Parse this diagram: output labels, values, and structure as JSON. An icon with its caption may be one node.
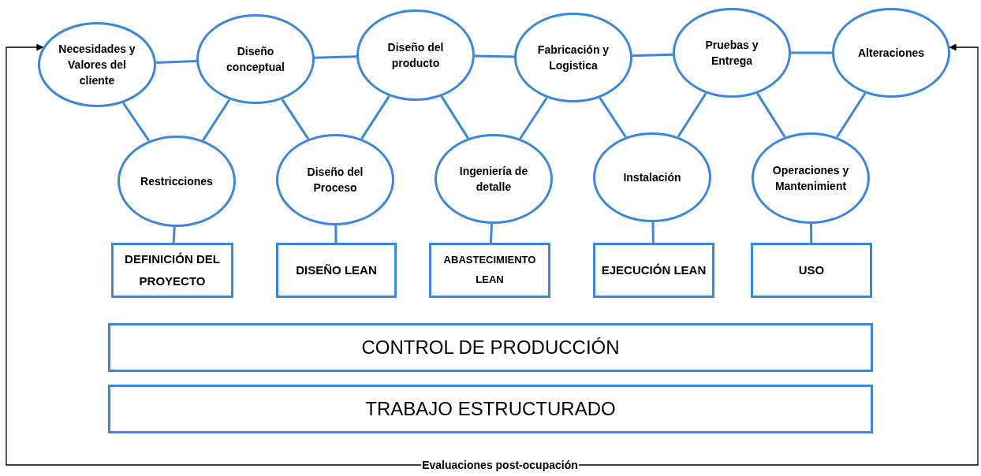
{
  "diagram": {
    "nodes": [
      {
        "text": [
          "Necesidades y Valores del cliente"
        ]
      },
      {
        "text": [
          "Diseño conceptual"
        ]
      },
      {
        "text": [
          "Diseño del producto"
        ]
      },
      {
        "text": [
          "Fabricación y Logistica"
        ]
      },
      {
        "text": [
          "Pruebas y Entrega"
        ]
      },
      {
        "text": [
          "Alteraciones"
        ]
      },
      {
        "text": [
          "Restricciones"
        ]
      },
      {
        "text": [
          "Diseño del Proceso"
        ]
      },
      {
        "text": [
          "Ingeniería de detalle"
        ]
      },
      {
        "text": [
          "Instalación"
        ]
      },
      {
        "text": [
          "Operaciones y Mantenimient"
        ]
      },
      {
        "text": [
          "DEFINICIÓN DEL PROYECTO"
        ]
      },
      {
        "text": [
          "DISEÑO LEAN"
        ]
      },
      {
        "text": [
          "ABASTECIMIENTO LEAN"
        ]
      },
      {
        "text": [
          "EJECUCIÓN LEAN"
        ]
      },
      {
        "text": [
          "USO"
        ]
      },
      {
        "text": [
          "CONTROL DE PRODUCCIÓN"
        ]
      },
      {
        "text": [
          "TRABAJO ESTRUCTURADO"
        ]
      },
      {
        "text": [
          "Evaluaciones post-ocupación"
        ]
      }
    ],
    "edges": [
      {
        "from": 0,
        "to": 1,
        "arrow": "none"
      },
      {
        "from": 1,
        "to": 2,
        "arrow": "none"
      },
      {
        "from": 2,
        "to": 3,
        "arrow": "none"
      },
      {
        "from": 3,
        "to": 4,
        "arrow": "none"
      },
      {
        "from": 4,
        "to": 5,
        "arrow": "none"
      },
      {
        "from": 0,
        "to": 6,
        "arrow": "none"
      },
      {
        "from": 6,
        "to": 1,
        "arrow": "none"
      },
      {
        "from": 1,
        "to": 7,
        "arrow": "none"
      },
      {
        "from": 7,
        "to": 2,
        "arrow": "none"
      },
      {
        "from": 2,
        "to": 8,
        "arrow": "none"
      },
      {
        "from": 8,
        "to": 3,
        "arrow": "none"
      },
      {
        "from": 3,
        "to": 9,
        "arrow": "none"
      },
      {
        "from": 9,
        "to": 4,
        "arrow": "none"
      },
      {
        "from": 4,
        "to": 10,
        "arrow": "none"
      },
      {
        "from": 10,
        "to": 5,
        "arrow": "none"
      },
      {
        "from": 6,
        "to": 11,
        "arrow": "none"
      },
      {
        "from": 7,
        "to": 12,
        "arrow": "none"
      },
      {
        "from": 8,
        "to": 13,
        "arrow": "none"
      },
      {
        "from": 9,
        "to": 14,
        "arrow": "none"
      },
      {
        "from": 10,
        "to": 15,
        "arrow": "none"
      },
      {
        "from": 18,
        "to": 0,
        "arrow": "to",
        "color": "#000000"
      },
      {
        "from": 18,
        "to": 5,
        "arrow": "to",
        "color": "#000000"
      }
    ]
  }
}
